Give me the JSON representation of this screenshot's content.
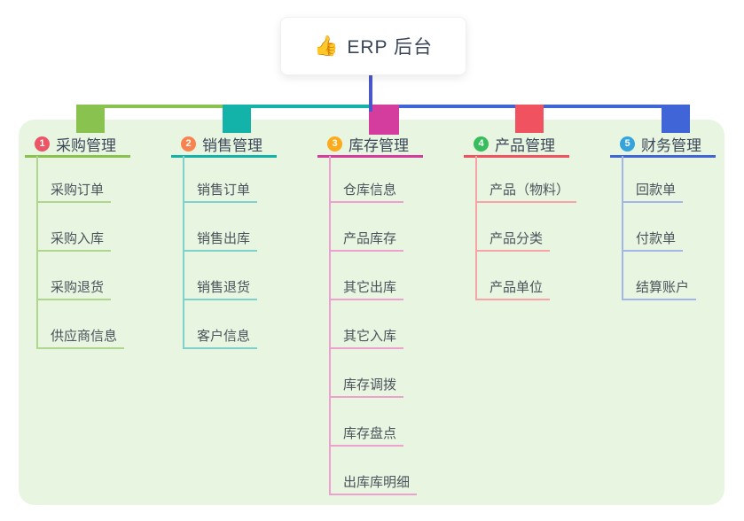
{
  "root": {
    "icon": "👍",
    "label": "ERP 后台"
  },
  "colors": {
    "panel_background": "#e7f5e1",
    "root_connector": "#4a57c8",
    "root_text": "#3b4757",
    "branch_title_text": "#3c4859",
    "child_text": "#4d535c"
  },
  "branches": [
    {
      "number": "1",
      "label": "采购管理",
      "badge_color": "#ec5565",
      "line_color": "#8ac24f",
      "child_line_color": "#aed68c",
      "children": [
        "采购订单",
        "采购入库",
        "采购退货",
        "供应商信息"
      ]
    },
    {
      "number": "2",
      "label": "销售管理",
      "badge_color": "#f8834e",
      "line_color": "#14b3a9",
      "child_line_color": "#7fd2cb",
      "children": [
        "销售订单",
        "销售出库",
        "销售退货",
        "客户信息"
      ]
    },
    {
      "number": "3",
      "label": "库存管理",
      "badge_color": "#fbab1c",
      "line_color": "#d43d9d",
      "child_line_color": "#eea0d1",
      "children": [
        "仓库信息",
        "产品库存",
        "其它出库",
        "其它入库",
        "库存调拨",
        "库存盘点",
        "出库库明细"
      ]
    },
    {
      "number": "4",
      "label": "产品管理",
      "badge_color": "#39bd5c",
      "line_color": "#f1525f",
      "child_line_color": "#f7a3a7",
      "children": [
        "产品（物料）",
        "产品分类",
        "产品单位"
      ]
    },
    {
      "number": "5",
      "label": "财务管理",
      "badge_color": "#35a3dc",
      "line_color": "#3f65d6",
      "child_line_color": "#a2b7e8",
      "children": [
        "回款单",
        "付款单",
        "结算账户"
      ]
    }
  ]
}
